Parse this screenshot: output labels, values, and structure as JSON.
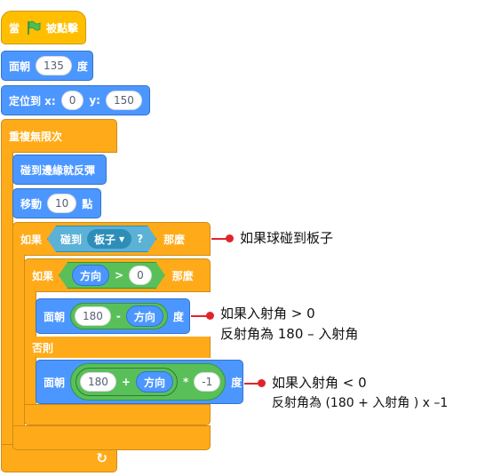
{
  "blocks": {
    "hat_when": "當",
    "hat_clicked": "被點擊",
    "point_in_direction": {
      "label": "面朝",
      "value": "135",
      "unit": "度"
    },
    "go_to": {
      "label": "定位到 x:",
      "x": "0",
      "y_label": "y:",
      "y": "150"
    },
    "forever": "重複無限次",
    "bounce": "碰到邊緣就反彈",
    "move": {
      "label": "移動",
      "value": "10",
      "unit": "點"
    },
    "if_outer": {
      "if": "如果",
      "touching": "碰到",
      "object": "板子",
      "question": "?",
      "then": "那麼"
    },
    "if_inner": {
      "if": "如果",
      "reporter": "方向",
      "op": ">",
      "value": "0",
      "then": "那麼"
    },
    "point_then": {
      "label": "面朝",
      "a": "180",
      "op": "-",
      "reporter": "方向",
      "unit": "度"
    },
    "else": "否則",
    "point_else": {
      "label": "面朝",
      "a": "180",
      "op1": "+",
      "reporter": "方向",
      "op2": "*",
      "b": "-1",
      "unit": "度"
    },
    "loop_arrow": "↻"
  },
  "annotations": {
    "note1": "如果球碰到板子",
    "note2_line1": "如果入射角 > 0",
    "note2_line2": "反射角為 180 – 入射角",
    "note3_line1": "如果入射角 < 0",
    "note3_line2": "反射角為 (180 + 入射角 ) x –1"
  },
  "colors": {
    "events": "#ffbf00",
    "motion": "#4c97ff",
    "control": "#ffab19",
    "sensing": "#5cb1d6",
    "operators": "#59c059",
    "annotation_marker": "#e0242c"
  }
}
